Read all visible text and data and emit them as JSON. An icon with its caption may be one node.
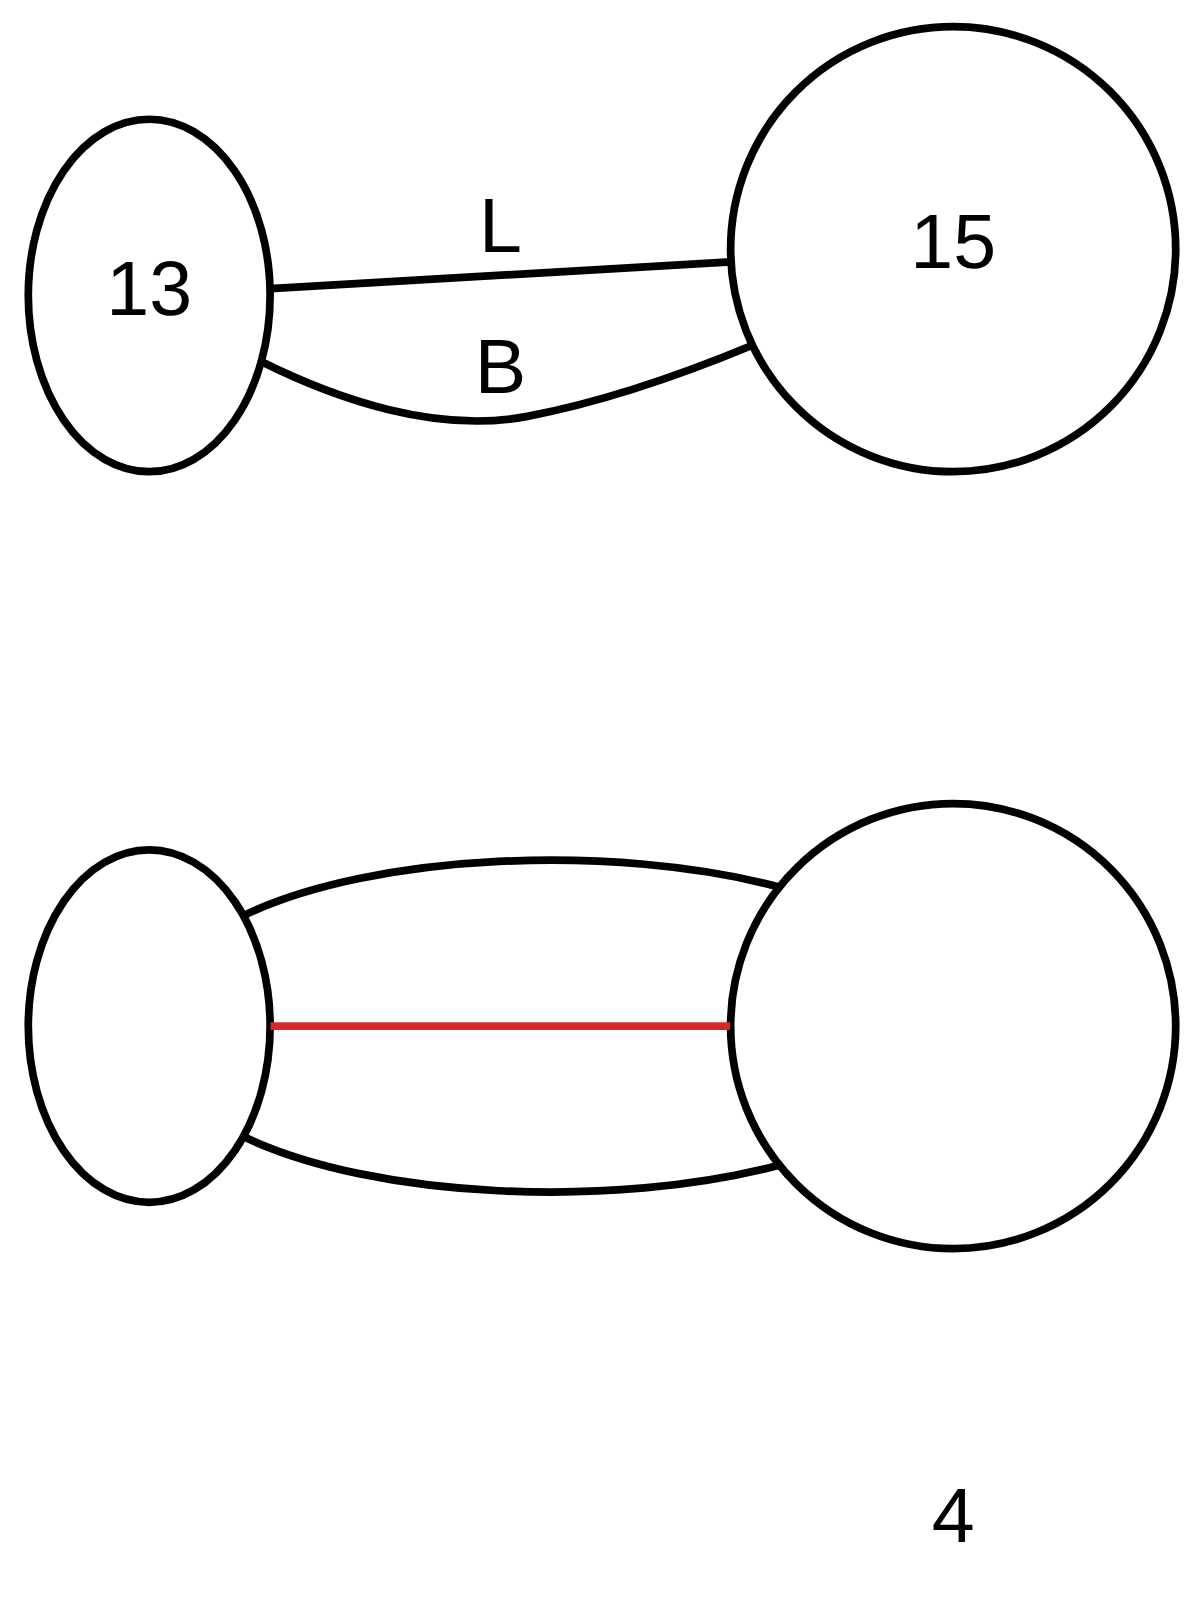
{
  "diagram": {
    "nodes": [
      {
        "text": [
          "13"
        ]
      },
      {
        "text": [
          "15"
        ]
      },
      {
        "text": [],
        "shape": "ellipse"
      },
      {
        "text": [],
        "shape": "circle"
      }
    ],
    "edges": [
      {
        "from": 0,
        "to": 1,
        "arrow": "none",
        "label": "L"
      },
      {
        "from": 0,
        "to": 1,
        "arrow": "none",
        "label": "B"
      },
      {
        "from": 2,
        "to": 3,
        "arrow": "none"
      },
      {
        "from": 2,
        "to": 3,
        "arrow": "none",
        "color": "#d62828"
      },
      {
        "from": 2,
        "to": 3,
        "arrow": "none"
      }
    ],
    "labels": [
      "4"
    ]
  }
}
